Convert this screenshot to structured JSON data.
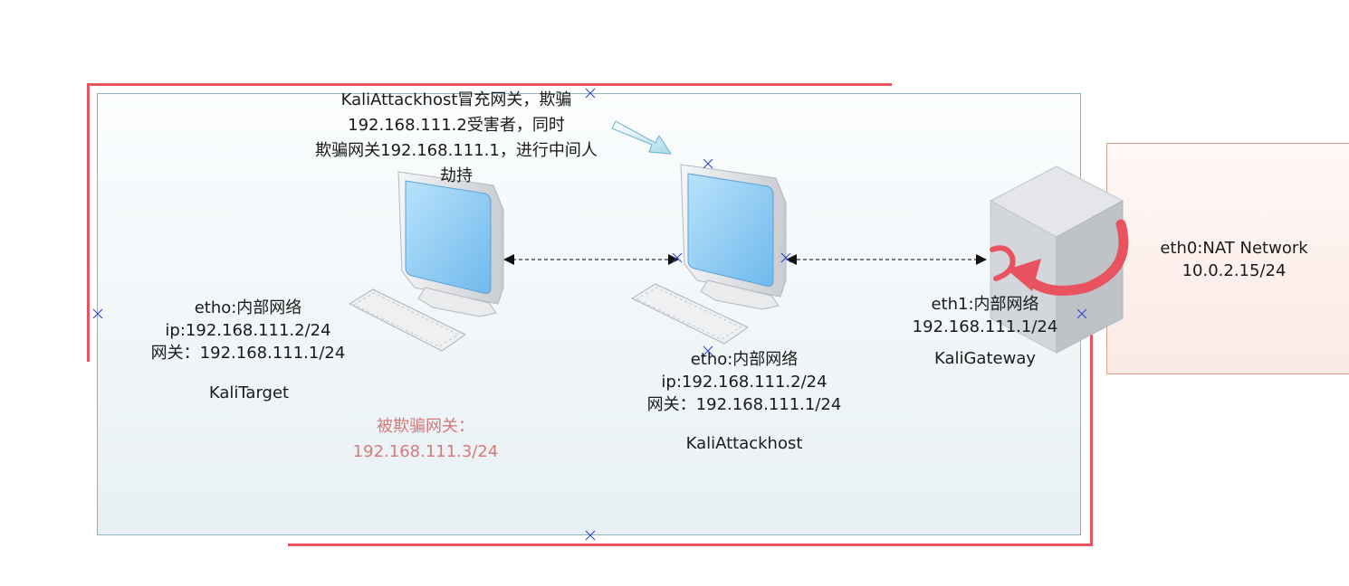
{
  "annotation": {
    "lines": [
      "KaliAttackhost冒充网关，欺骗",
      "192.168.111.2受害者，同时",
      "欺骗网关192.168.111.1，进行中间人",
      "劫持"
    ]
  },
  "target": {
    "lines": [
      "etho:内部网络",
      "ip:192.168.111.2/24",
      "网关：192.168.111.1/24"
    ],
    "name": "KaliTarget",
    "spoofed_label": "被欺骗网关：",
    "spoofed_value": "192.168.111.3/24"
  },
  "attacker": {
    "lines": [
      "etho:内部网络",
      "ip:192.168.111.2/24",
      "网关：192.168.111.1/24"
    ],
    "name": "KaliAttackhost"
  },
  "gateway": {
    "lines": [
      "eth1:内部网络",
      "192.168.111.1/24"
    ],
    "name": "KaliGateway"
  },
  "nat": {
    "lines": [
      "eth0:NAT Network",
      "10.0.2.15/24"
    ]
  },
  "colors": {
    "highlight_border": "#e8535f",
    "lan_border": "#8fb3bf",
    "nat_border": "#d9a08f",
    "spoofed_text": "#d27b7b",
    "monitor_screen": "#8ccbf2"
  },
  "icons": [
    "monitor-icon",
    "keyboard-icon",
    "server-icon",
    "circular-arrow-icon",
    "dashed-double-arrow",
    "pointer-arrow"
  ]
}
